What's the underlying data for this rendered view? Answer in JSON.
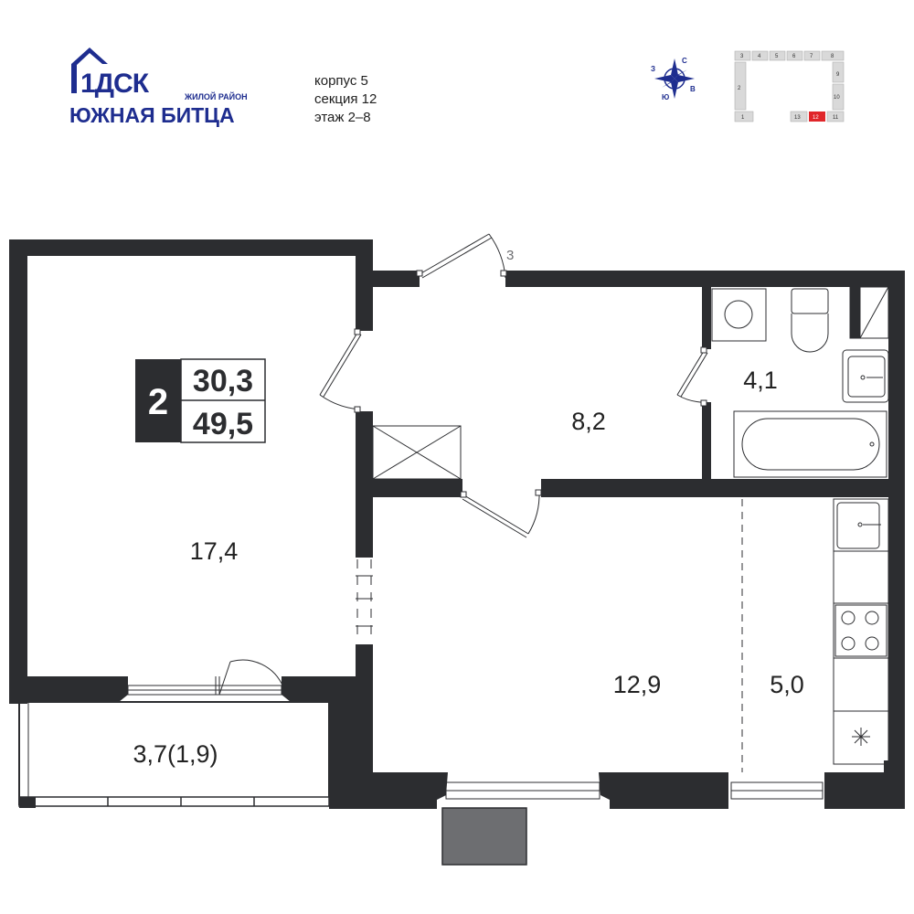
{
  "colors": {
    "brand": "#1e2d8f",
    "wall": "#2c2d30",
    "highlight": "#e0262a",
    "section_fill": "#d9d9d9",
    "stair": "#6d6e71"
  },
  "brand": {
    "logo_main": "1ДСК",
    "logo_tagline": "ЖИЛОЙ РАЙОН",
    "project_name": "ЮЖНАЯ БИТЦА"
  },
  "info": {
    "building": "корпус 5",
    "section": "секция 12",
    "floors": "этаж 2–8"
  },
  "compass": {
    "icon": "compass-rose-icon",
    "north": "С",
    "south": "Ю",
    "east": "В",
    "west": "З"
  },
  "key_plan": {
    "sections_top": [
      "3",
      "4",
      "5",
      "6",
      "7",
      "8"
    ],
    "sections_left": [
      "2",
      "1"
    ],
    "sections_right": [
      "9",
      "10",
      "11"
    ],
    "section_12": "12",
    "section_13": "13",
    "current_section": "12"
  },
  "apartment": {
    "rooms": "2",
    "living_area": "30,3",
    "total_area": "49,5"
  },
  "room_areas": {
    "bedroom": "17,4",
    "hallway": "8,2",
    "bathroom": "4,1",
    "living_room": "12,9",
    "kitchen": "5,0",
    "balcony": "3,7(1,9)"
  },
  "entrance_label": "3"
}
